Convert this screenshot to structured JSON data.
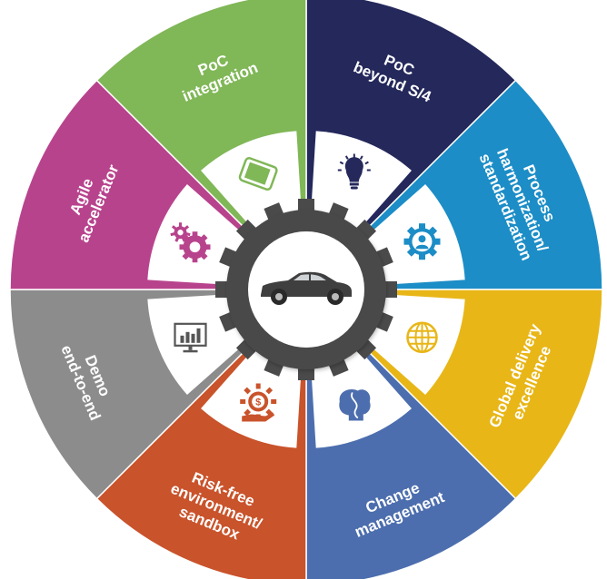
{
  "diagram": {
    "center": {
      "icon": "car-icon"
    },
    "segments": [
      {
        "id": "poc-beyond",
        "lines": [
          "PoC",
          "beyond S/4"
        ],
        "color": "#24285b",
        "icon": "lightbulb-icon"
      },
      {
        "id": "process-harmonization",
        "lines": [
          "Process",
          "harmonization/",
          "standardization"
        ],
        "color": "#1c8dc6",
        "icon": "person-gear-icon"
      },
      {
        "id": "global-delivery",
        "lines": [
          "Global delivery",
          "excellence"
        ],
        "color": "#e8b617",
        "icon": "globe-icon"
      },
      {
        "id": "change-management",
        "lines": [
          "Change",
          "management"
        ],
        "color": "#4c6eae",
        "icon": "puzzle-head-icon"
      },
      {
        "id": "risk-free",
        "lines": [
          "Risk-free",
          "environment/",
          "sandbox"
        ],
        "color": "#c9532b",
        "icon": "money-hand-icon"
      },
      {
        "id": "demo",
        "lines": [
          "Demo",
          "end-to-end"
        ],
        "color": "#8c8c8c",
        "icon": "monitor-chart-icon"
      },
      {
        "id": "agile",
        "lines": [
          "Agile",
          "accelerator"
        ],
        "color": "#b8438d",
        "icon": "gears-icon"
      },
      {
        "id": "poc-integration",
        "lines": [
          "PoC",
          "integration"
        ],
        "color": "#80b757",
        "icon": "tablet-icon"
      }
    ]
  }
}
